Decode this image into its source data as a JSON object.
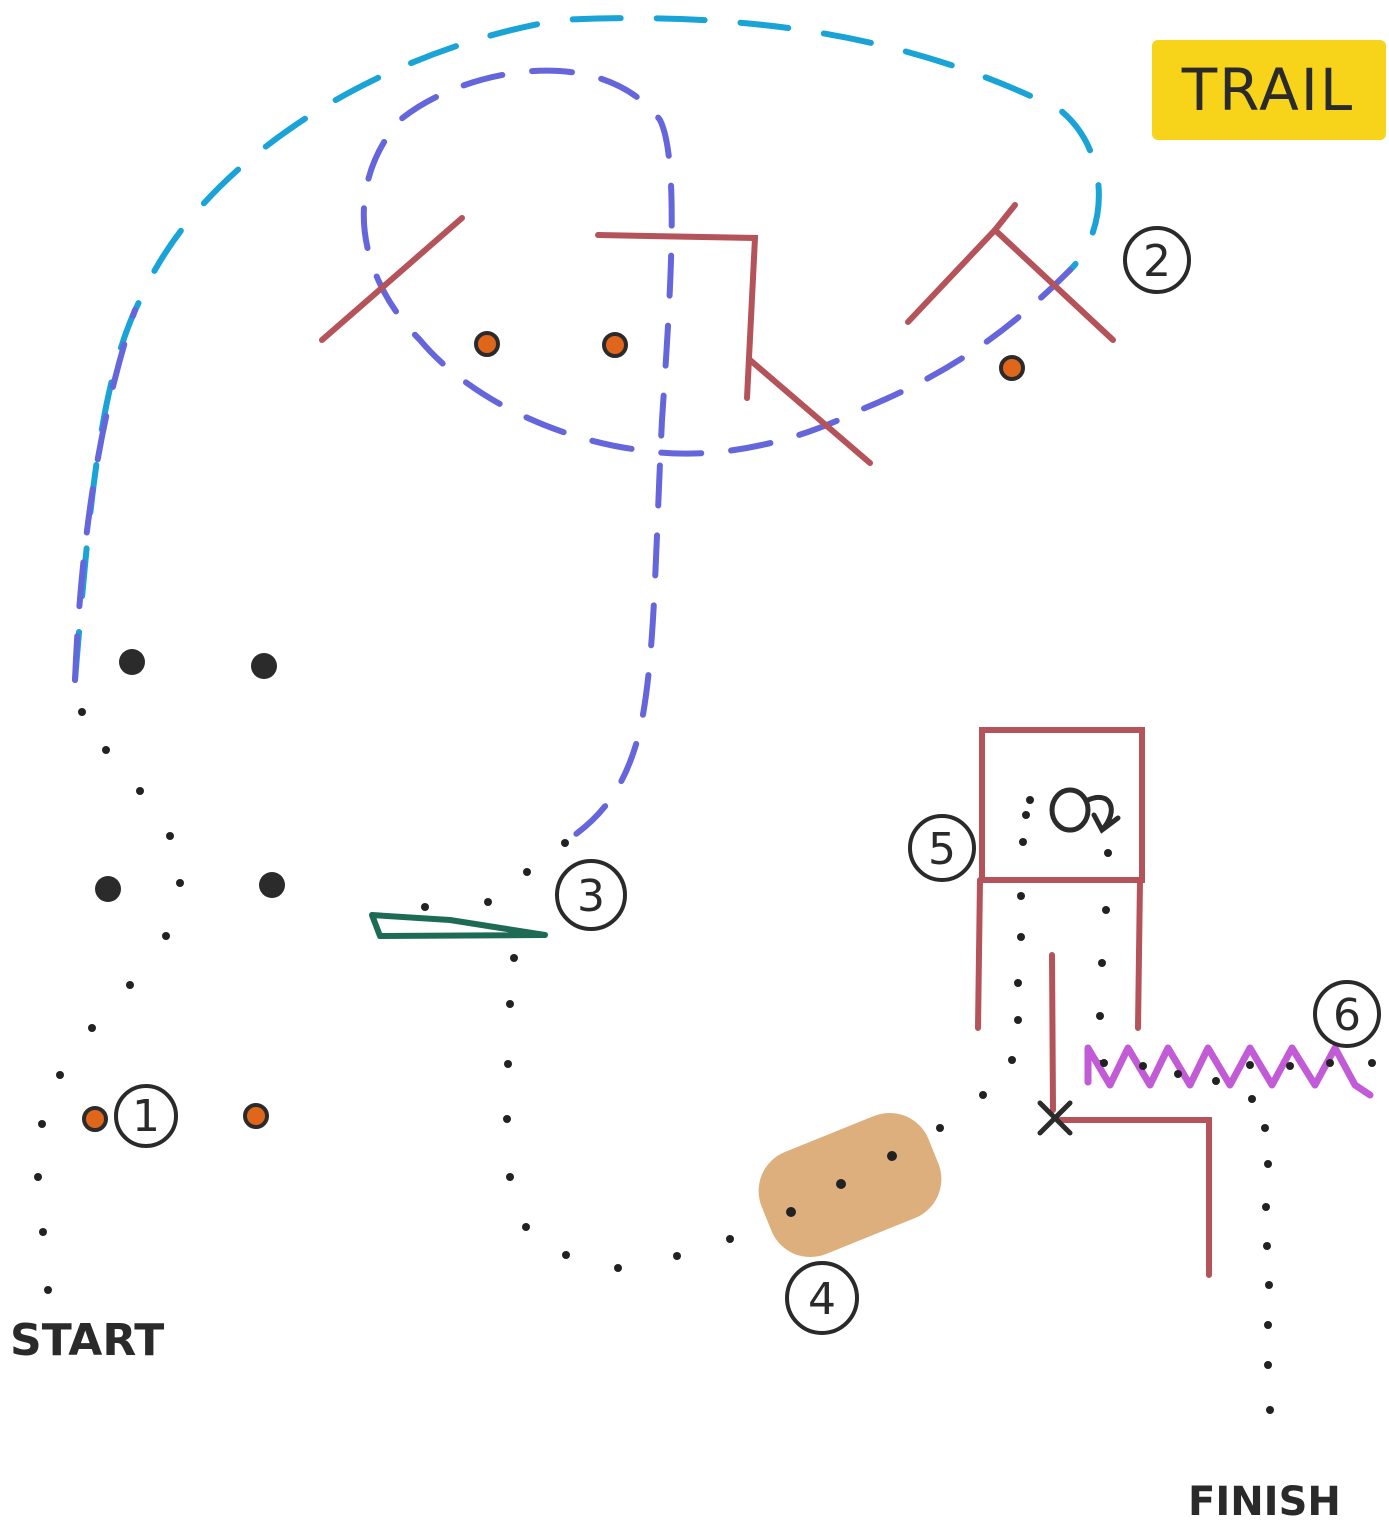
{
  "badge": {
    "label": "TRAIL",
    "color": "#f7d31a"
  },
  "labels": {
    "start": "START",
    "finish": "FINISH"
  },
  "stations": [
    {
      "id": "1",
      "label": "1"
    },
    {
      "id": "2",
      "label": "2"
    },
    {
      "id": "3",
      "label": "3"
    },
    {
      "id": "4",
      "label": "4"
    },
    {
      "id": "5",
      "label": "5"
    },
    {
      "id": "6",
      "label": "6"
    }
  ],
  "colors": {
    "outer_path": "#1aa3d6",
    "inner_path": "#6565dc",
    "walls": "#b5535a",
    "cones": "#e0661c",
    "dark_markers": "#2b2b2b",
    "plank": "#1e6b55",
    "tunnel": "#d9a66f",
    "weave": "#c25bd6",
    "dots": "#222222"
  }
}
